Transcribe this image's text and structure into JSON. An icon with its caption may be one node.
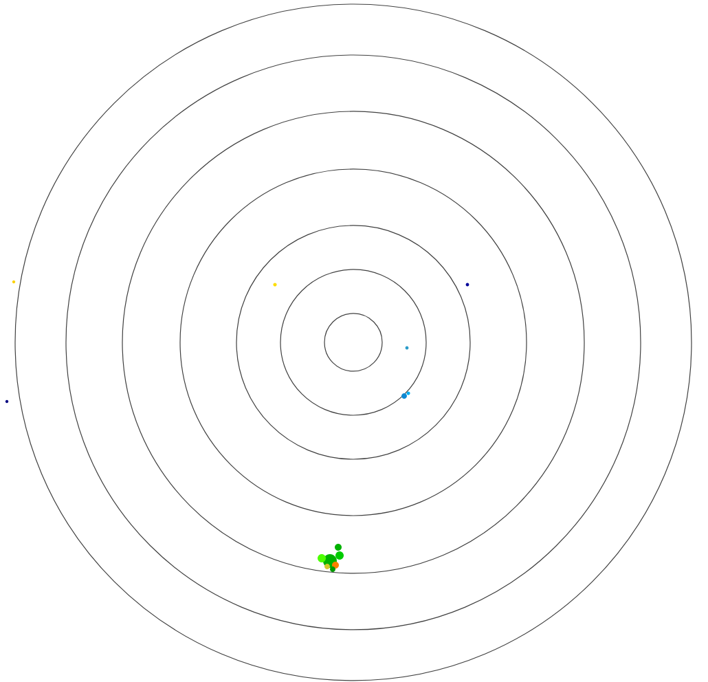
{
  "diagram": {
    "nodes": [
      {
        "text": [],
        "shape": "circle"
      },
      {
        "text": [],
        "shape": "circle",
        "in": 0
      },
      {
        "text": [],
        "shape": "circle",
        "in": 1
      },
      {
        "text": [],
        "shape": "circle",
        "in": 2
      },
      {
        "text": [],
        "shape": "circle",
        "in": 3
      },
      {
        "text": [],
        "shape": "circle",
        "in": 4
      },
      {
        "text": [],
        "shape": "circle",
        "in": 5
      }
    ]
  }
}
